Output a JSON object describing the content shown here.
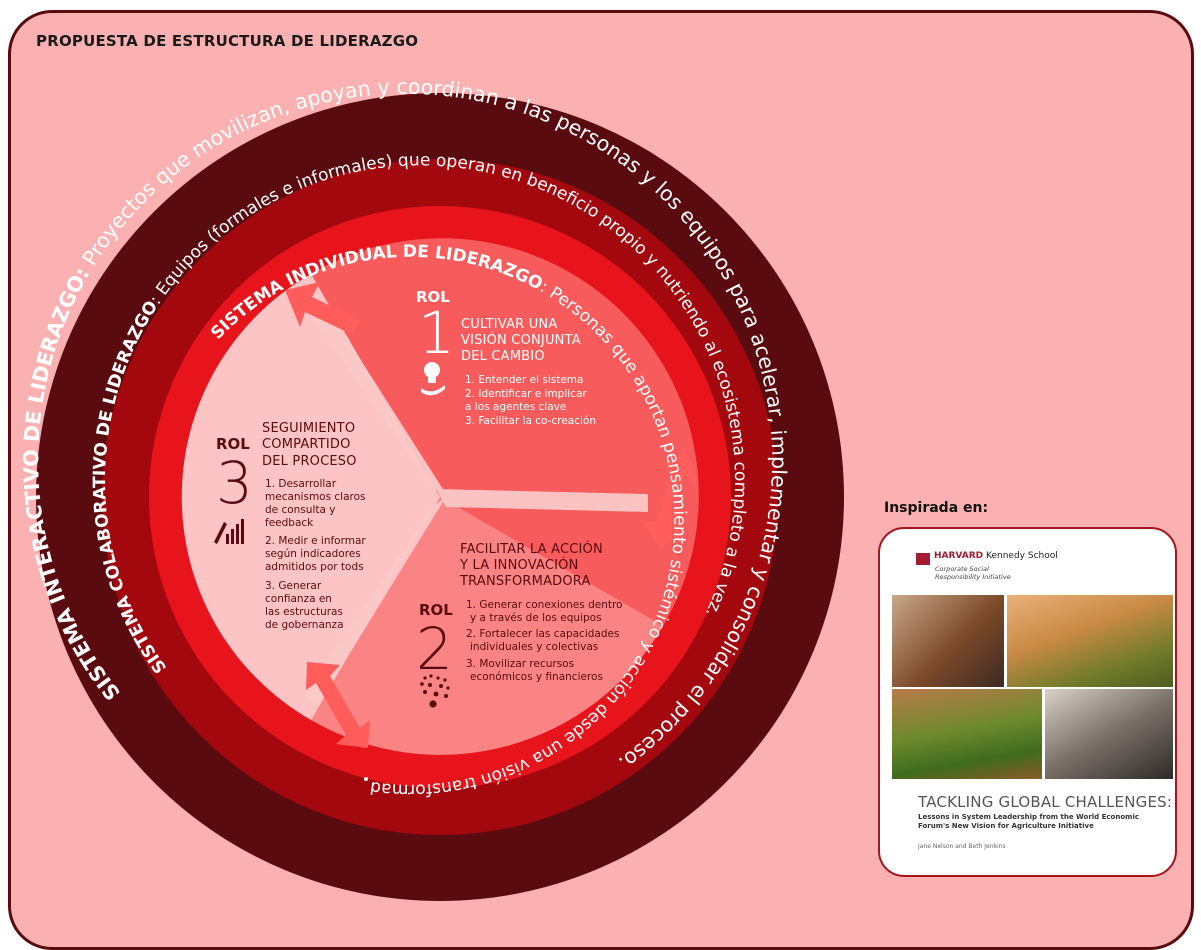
{
  "page_title": "PROPUESTA DE ESTRUCTURA DE LIDERAZGO",
  "rings": {
    "outer": {
      "label_bold": "SISTEMA INTERACTIVO DE  LIDERAZGO:",
      "text": " Proyectos que movilizan, apoyan y coordinan a las personas y los equipos para acelerar, implementar y consolidar el proceso."
    },
    "middle": {
      "label_bold": "SISTEMA COLABORATIVO DE LIDERAZGO",
      "text": ": Equipos (formales e informales) que operan en beneficio propio y nutriendo al ecosistema completo a la vez."
    },
    "inner": {
      "label_bold": "SISTEMA INDIVIDUAL DE LIDERAZGO",
      "text": ": Personas que aportan pensamiento sistémico y acción desde una visión transformadora."
    }
  },
  "roles": [
    {
      "word": "ROL",
      "number": "1",
      "heading": [
        "CULTIVAR UNA",
        "VISIÓN CONJUNTA",
        "DEL CAMBIO"
      ],
      "items": [
        "1. Entender el sistema",
        "2. Identificar e implicar",
        "    a los agentes clave",
        "3. Facilitar la co-creación"
      ],
      "icon": "lightbulb-hand-icon"
    },
    {
      "word": "ROL",
      "number": "2",
      "heading": [
        "FACILITAR LA ACCIÓN",
        "Y LA INNOVACIÓN",
        "TRANSFORMADORA"
      ],
      "items": [
        "1. Generar conexiones dentro",
        "y a través de los equipos",
        "2. Fortalecer las capacidades",
        "individuales y colectivas",
        "3. Movilizar recursos",
        "económicos y financieros"
      ],
      "icon": "scatter-dots-icon"
    },
    {
      "word": "ROL",
      "number": "3",
      "heading": [
        "SEGUIMIENTO",
        "COMPARTIDO",
        "DEL PROCESO"
      ],
      "items": [
        "1. Desarrollar",
        "mecanismos claros",
        "de consulta y",
        "feedback",
        "2. Medir e informar",
        "según indicadores",
        "admitidos por tods",
        "3. Generar",
        "confianza en",
        "las estructuras",
        "de gobernanza"
      ],
      "icon": "growth-bars-icon"
    }
  ],
  "inspiration": {
    "label": "Inspirada en:",
    "publisher": "HARVARD Kennedy School",
    "publisher_bold": "HARVARD",
    "publisher_rest": "Kennedy School",
    "initiative": [
      "Corporate Social",
      "Responsibility Initiative"
    ],
    "book_title": "TACKLING GLOBAL CHALLENGES:",
    "book_subtitle": "Lessons in System Leadership from the World Economic Forum's New Vision for Agriculture Initiative",
    "authors": "Jane Nelson and Beth Jenkins"
  },
  "colors": {
    "background": "#fbb1b1",
    "outer_ring": "#5a0b10",
    "middle_ring": "#a3080f",
    "inner_ring": "#e8141c",
    "sector_1": "#f75b5b",
    "sector_2": "#fa8383",
    "sector_3": "#fcc4c4",
    "text_dark": "#5a0b10"
  }
}
